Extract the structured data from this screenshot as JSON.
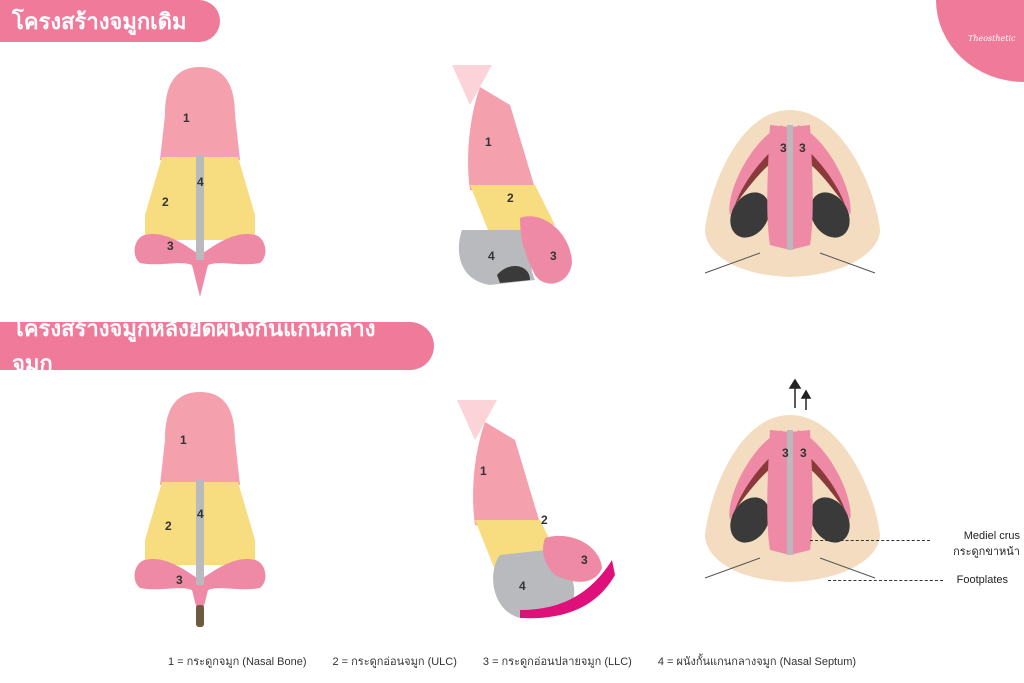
{
  "headers": {
    "original": "โครงสร้างจมูกเดิม",
    "after": "โครงสร้างจมูกหลังยืดผนังกั้นแกนกลางจมูก"
  },
  "logo": {
    "text": "Theosthetic"
  },
  "labels": {
    "n1": "1",
    "n2": "2",
    "n3": "3",
    "n4": "4"
  },
  "annotations": {
    "medial_crus": "Mediel crus",
    "medial_crus_th": "กระดูกขาหน้า",
    "footplates": "Footplates"
  },
  "legend": [
    "1 = กระดูกจมูก (Nasal Bone)",
    "2 = กระดูกอ่อนจมูก (ULC)",
    "3 = กระดูกอ่อนปลายจมูก (LLC)",
    "4 = ผนังกั้นแกนกลางจมูก (Nasal Septum)"
  ],
  "colors": {
    "pink": "#f07a9a",
    "bone": "#f4a0ad",
    "ulc": "#f8dc80",
    "llc": "#ee8aa5",
    "septum": "#b8babd",
    "skin": "#f4dcc0",
    "nostril": "#3a3a3a",
    "accent": "#e0107a"
  }
}
